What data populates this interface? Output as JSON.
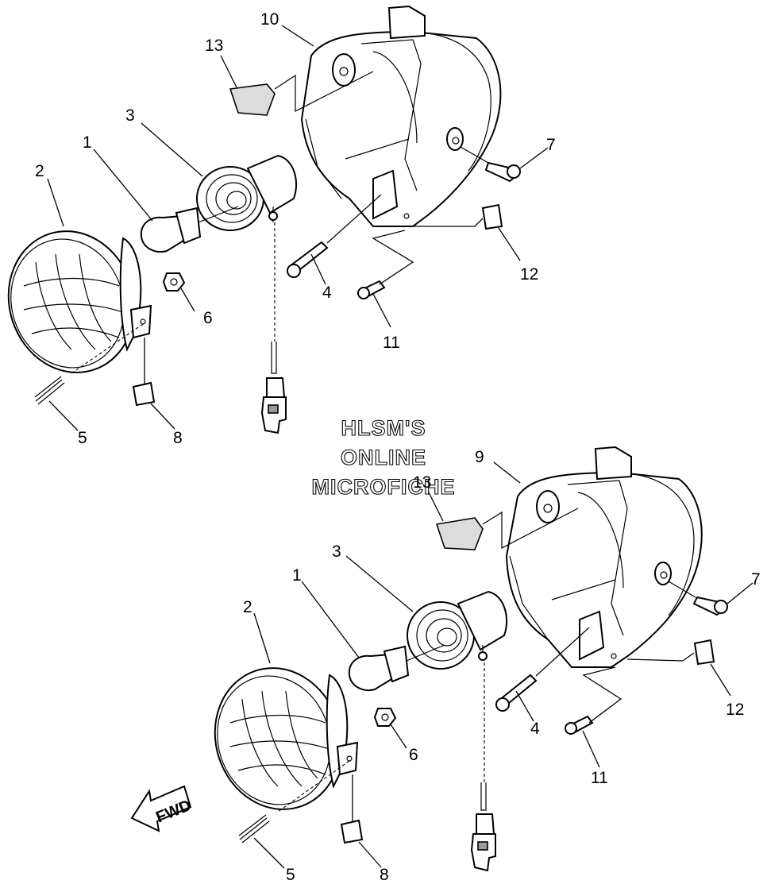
{
  "watermark": {
    "line1": "HLSM'S",
    "line2": "ONLINE",
    "line3": "MICROFICHE"
  },
  "direction_label": "FWD",
  "upper_assembly": {
    "callouts": [
      "10",
      "13",
      "3",
      "1",
      "2",
      "7",
      "4",
      "12",
      "6",
      "11",
      "5",
      "8"
    ]
  },
  "lower_assembly": {
    "callouts": [
      "9",
      "13",
      "3",
      "1",
      "2",
      "7",
      "4",
      "12",
      "6",
      "11",
      "5",
      "8"
    ]
  }
}
